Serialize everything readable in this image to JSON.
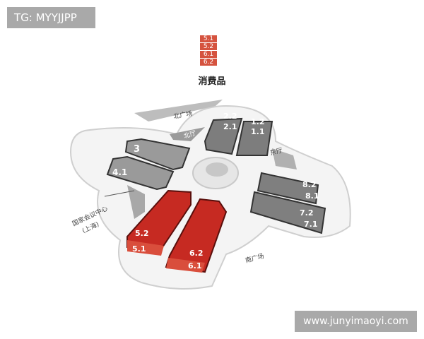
{
  "watermark_top": "TG: MYYJJPP",
  "watermark_bottom": "www.junyimaoyi.com",
  "legend": {
    "items": [
      "5.1",
      "5.2",
      "6.1",
      "6.2"
    ],
    "title": "消费品",
    "color": "#d5533f"
  },
  "map": {
    "highlight_color": "#c62a22",
    "hall_color": "#8a8a8a",
    "halls": {
      "h1_1": "1.1",
      "h1_2": "1.2",
      "h2_1": "2.1",
      "h2_2": "2.2",
      "h3": "3",
      "h4_1": "4.1",
      "h5_1": "5.1",
      "h5_2": "5.2",
      "h6_1": "6.1",
      "h6_2": "6.2",
      "h7_1": "7.1",
      "h7_2": "7.2",
      "h8_1": "8.1",
      "h8_2": "8.2"
    },
    "places": {
      "north_plaza": "北广场",
      "south_plaza": "南广场",
      "north_hall": "北厅",
      "east_hall": "东厅",
      "necc_line1": "国家会议中心",
      "necc_line2": "(上海)"
    }
  }
}
